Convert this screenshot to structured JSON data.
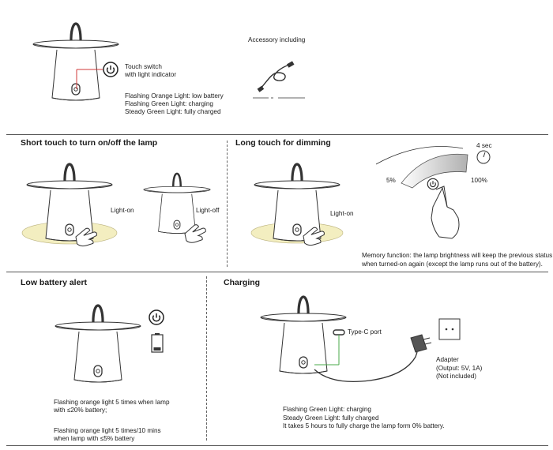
{
  "top": {
    "touch_switch": [
      "Touch switch",
      "with light indicator"
    ],
    "indicator_states": [
      "Flashing Orange Light: low battery",
      "Flashing Green Light: charging",
      "Steady Green Light: fully charged"
    ],
    "accessory_label": "Accessory including"
  },
  "short_touch": {
    "title": "Short touch to turn on/off the lamp",
    "light_on": "Light-on",
    "light_off": "Light-off"
  },
  "long_touch": {
    "title": "Long touch for dimming",
    "light_on": "Light-on",
    "time": "4 sec",
    "min": "5%",
    "max": "100%",
    "memory": [
      "Memory function: the lamp brightness will keep the previous status",
      "when turned-on again (except the lamp runs out of the battery)."
    ]
  },
  "low_battery": {
    "title": "Low battery alert",
    "notes": [
      "Flashing orange light 5 times when lamp",
      "with ≤20% battery;",
      "Flashing orange light 5 times/10 mins",
      "when lamp with ≤5% battery"
    ]
  },
  "charging": {
    "title": "Charging",
    "port": "Type-C  port",
    "adapter": [
      "Adapter",
      "(Output: 5V, 1A)",
      "(Not included)"
    ],
    "notes": [
      "Flashing Green Light: charging",
      "Steady Green Light: fully charged",
      "It takes 5 hours to fully charge the lamp form 0% battery."
    ]
  },
  "colors": {
    "glow": "#f3eec0",
    "accent_red": "#d23a3a",
    "accent_green": "#4aa84a",
    "line": "#333333"
  },
  "icons": [
    "lamp-icon",
    "power-icon",
    "cable-icon",
    "hand-icon",
    "timer-icon",
    "battery-icon",
    "adapter-icon",
    "socket-icon"
  ]
}
